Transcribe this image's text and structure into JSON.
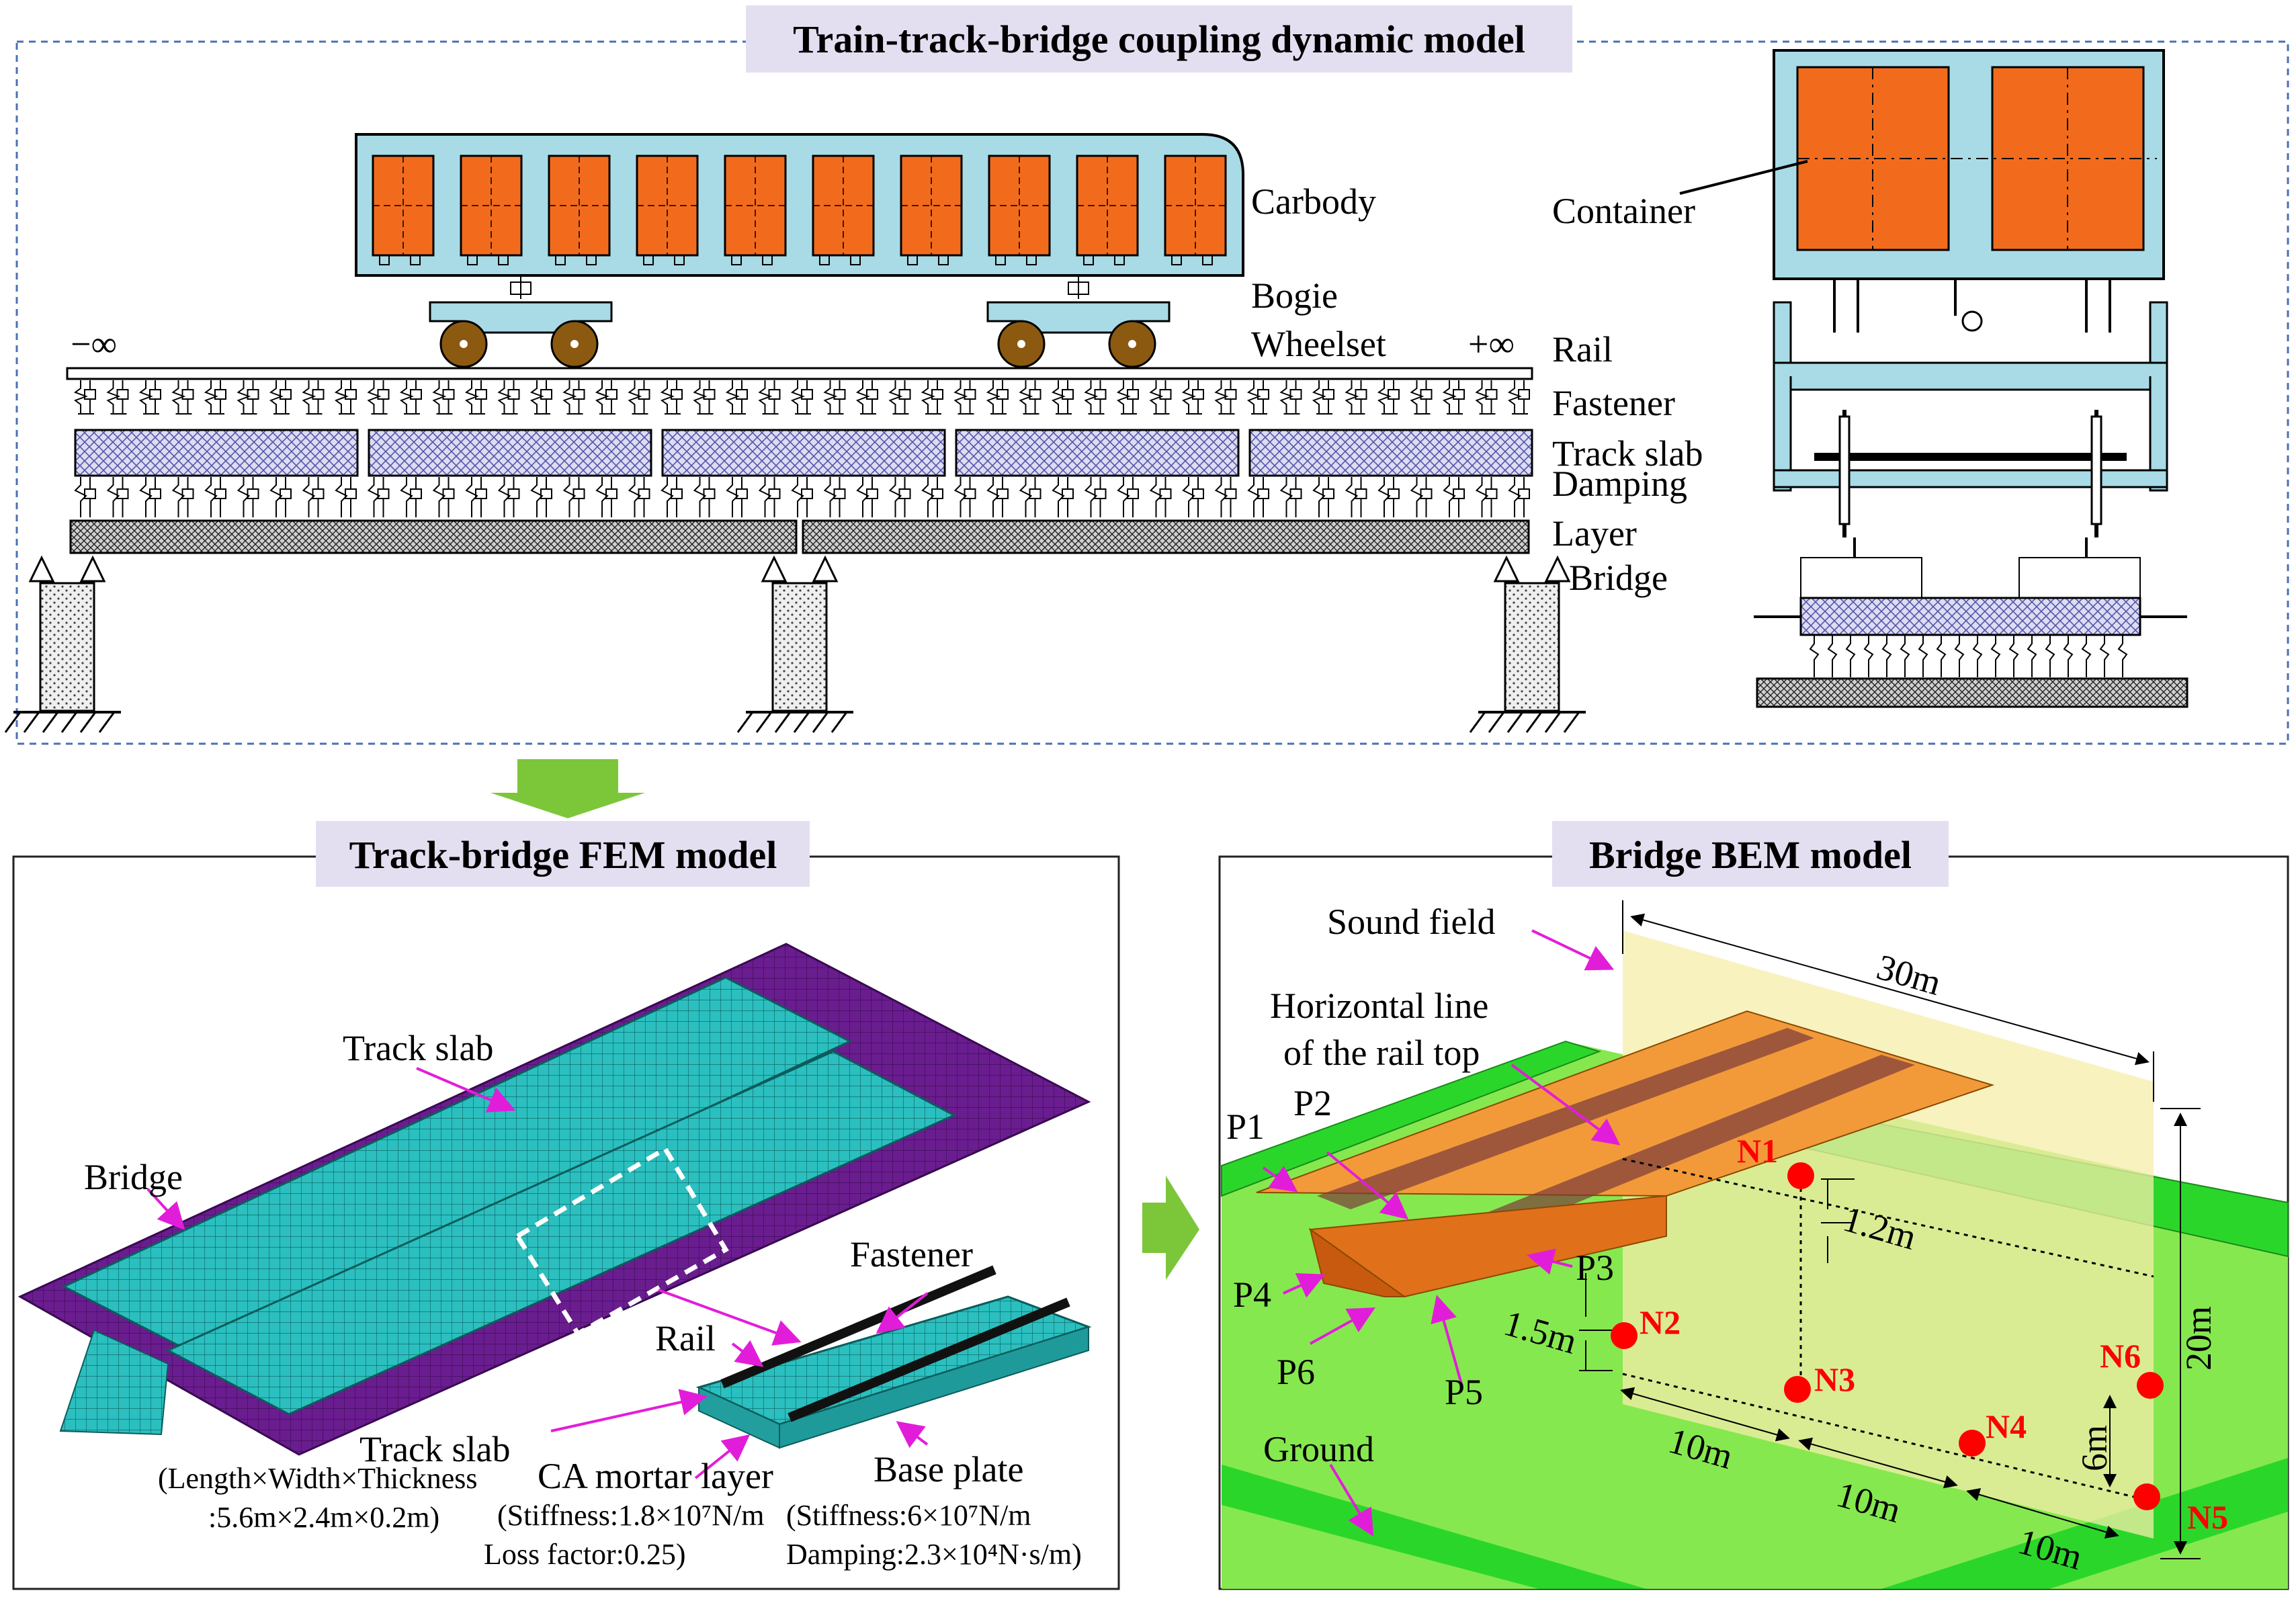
{
  "colors": {
    "container_orange": "#f26b1d",
    "bogie_blue": "#a9dbe7",
    "fem_teal": "#2bbfbf",
    "fem_purple": "#6a1d8f",
    "ground_green": "#86e84f",
    "ground_dark": "#2bd62b",
    "sound_field": "#f6eeaa",
    "deck_orange": "#f29a3a",
    "point_red": "#ff0000",
    "arrow_green": "#7cc63a",
    "callout_magenta": "#e21dd9",
    "frame_blue": "#4a6fb5",
    "title_bg": "#e4dff0"
  },
  "icons": {
    "down_arrow": "down-arrow-icon",
    "right_arrow": "right-arrow-icon"
  },
  "panel_top": {
    "title": "Train-track-bridge coupling dynamic model",
    "labels": {
      "carbody": "Carbody",
      "bogie": "Bogie",
      "wheelset": "Wheelset",
      "rail": "Rail",
      "fastener": "Fastener",
      "track_slab": "Track slab",
      "damping": "Damping",
      "layer": "Layer",
      "bridge": "Bridge",
      "container": "Container",
      "minus_inf": "−∞",
      "plus_inf": "+∞"
    }
  },
  "panel_fem": {
    "title": "Track-bridge FEM model",
    "labels": {
      "track_slab": "Track slab",
      "bridge": "Bridge",
      "fastener": "Fastener",
      "rail": "Rail",
      "track_slab_detail": "Track slab",
      "dims_line1": "(Length×Width×Thickness",
      "dims_line2": ":5.6m×2.4m×0.2m)",
      "ca_mortar": "CA mortar layer",
      "ca_stiffness": "(Stiffness:1.8×10⁷N/m",
      "ca_loss": "Loss factor:0.25)",
      "base_plate": "Base plate",
      "bp_stiffness": "(Stiffness:6×10⁷N/m",
      "bp_damping": "Damping:2.3×10⁴N·s/m)"
    }
  },
  "panel_bem": {
    "title": "Bridge BEM model",
    "labels": {
      "sound_field": "Sound field",
      "horizontal_line1": "Horizontal line",
      "horizontal_line2": "of the rail top",
      "ground": "Ground",
      "dim_30m": "30m",
      "dim_20m": "20m",
      "dim_1_2m": "1.2m",
      "dim_1_5m": "1.5m",
      "dim_10m_a": "10m",
      "dim_10m_b": "10m",
      "dim_10m_c": "10m",
      "dim_6m": "6m"
    },
    "points": {
      "p1": "P1",
      "p2": "P2",
      "p3": "P3",
      "p4": "P4",
      "p5": "P5",
      "p6": "P6",
      "n1": "N1",
      "n2": "N2",
      "n3": "N3",
      "n4": "N4",
      "n5": "N5",
      "n6": "N6"
    }
  }
}
